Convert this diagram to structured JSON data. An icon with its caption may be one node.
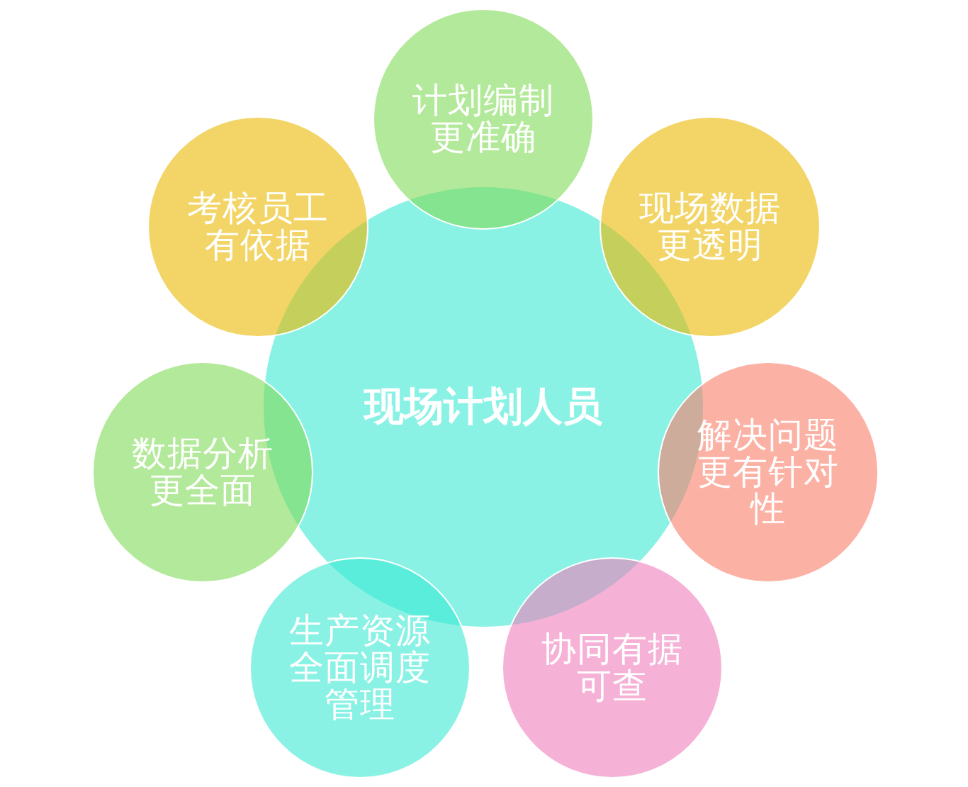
{
  "diagram": {
    "nodes": [
      {
        "text": [
          "现场计划人员"
        ]
      },
      {
        "text": [
          "计划编制更准确"
        ]
      },
      {
        "text": [
          "现场数据更透明"
        ]
      },
      {
        "text": [
          "解决问题更有针对性"
        ]
      },
      {
        "text": [
          "协同有据可查"
        ]
      },
      {
        "text": [
          "生产资源全面调度管理"
        ]
      },
      {
        "text": [
          "数据分析更全面"
        ]
      },
      {
        "text": [
          "考核员工有依据"
        ]
      }
    ]
  }
}
